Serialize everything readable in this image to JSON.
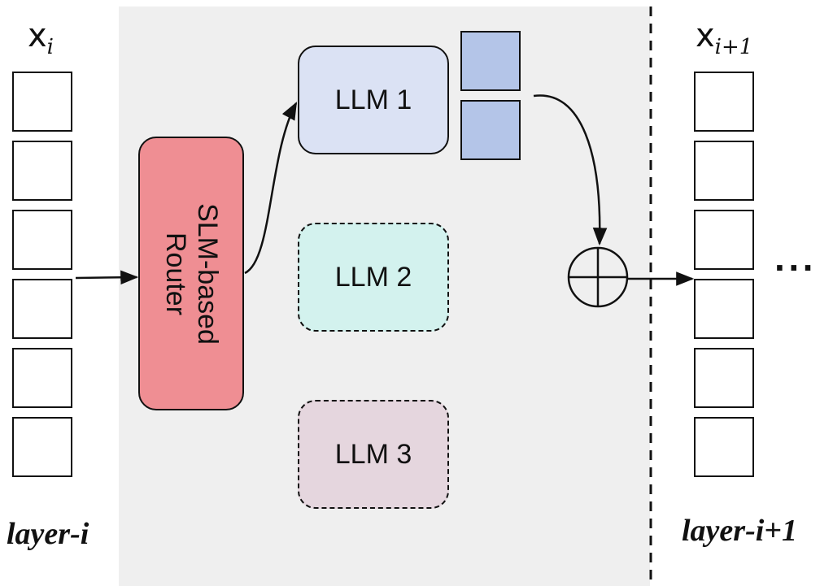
{
  "input": {
    "var_base": "x",
    "var_sub": "i",
    "layer_label": "layer-i",
    "cell_count": 6
  },
  "output": {
    "var_base": "x",
    "var_sub": "i+1",
    "layer_label": "layer-i+1",
    "cell_count": 6
  },
  "router": {
    "line1": "SLM-based",
    "line2": "Router",
    "color": "#ef8e93"
  },
  "experts": [
    {
      "label": "LLM 1",
      "color": "#dbe2f4",
      "selected": true
    },
    {
      "label": "LLM 2",
      "color": "#d3f2ee",
      "selected": false
    },
    {
      "label": "LLM 3",
      "color": "#e5d6de",
      "selected": false
    }
  ],
  "expert_output_color": "#b4c5e8",
  "combine_symbol": "circled-plus-icon",
  "continuation": "···"
}
